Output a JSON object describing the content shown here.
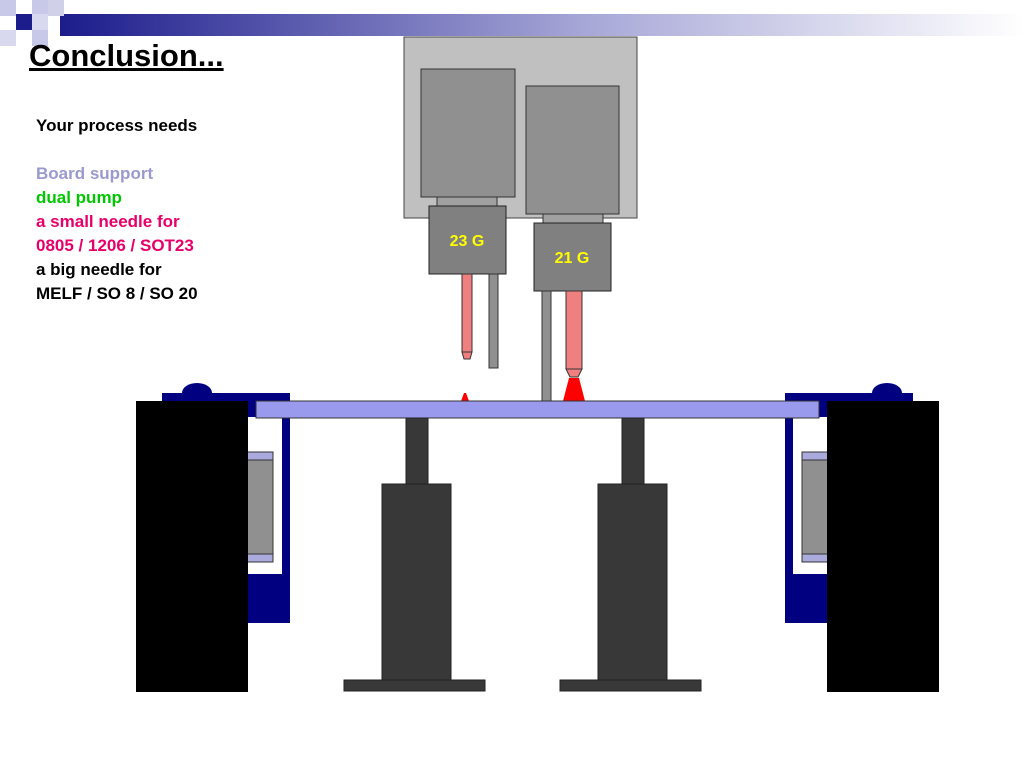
{
  "slide": {
    "title": "Conclusion...",
    "needs": {
      "heading": "Your process needs",
      "lines": [
        {
          "text": "Board support",
          "color": "#9a9ad0"
        },
        {
          "text": "dual pump",
          "color": "#00c800"
        },
        {
          "text": "a small needle for",
          "color": "#e8006a"
        },
        {
          "text": "0805 / 1206 / SOT23",
          "color": "#e8006a"
        },
        {
          "text": "a big needle for",
          "color": "#000000"
        },
        {
          "text": "MELF / SO 8 / SO 20",
          "color": "#000000"
        }
      ]
    },
    "diagram": {
      "left_needle_label": "23 G",
      "right_needle_label": "21 G"
    },
    "colors": {
      "banner_dark": "#1c1c8c",
      "banner_light": "#a8a8d8",
      "board": "#9999ee",
      "frame_navy": "#000080",
      "needle_pink": "#f08080",
      "glue_red": "#ff0000"
    }
  }
}
